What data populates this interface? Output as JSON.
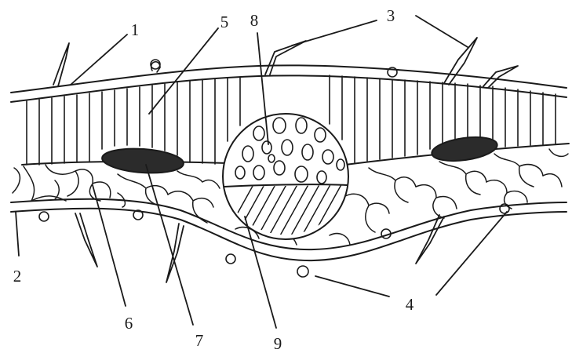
{
  "callouts": {
    "c1": "1",
    "c2": "2",
    "c3": "3",
    "c4": "4",
    "c5": "5",
    "c6": "6",
    "c7": "7",
    "c8": "8",
    "c9": "9"
  },
  "colors": {
    "ink": "#1a1a1a",
    "dark_fill": "#2b2b2b",
    "paper": "#ffffff"
  }
}
